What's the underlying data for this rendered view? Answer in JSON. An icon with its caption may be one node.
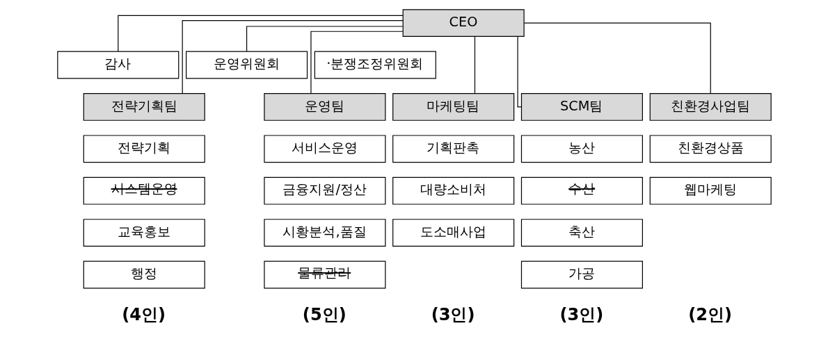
{
  "diagram": {
    "nodes": [
      {
        "text": [
          "CEO"
        ]
      },
      {
        "text": [
          "감사"
        ]
      },
      {
        "text": [
          "운영위원회"
        ]
      },
      {
        "text": [
          "·분쟁조정위원회"
        ]
      },
      {
        "text": [
          "전략기획팀"
        ]
      },
      {
        "text": [
          "운영팀"
        ]
      },
      {
        "text": [
          "마케팅팀"
        ]
      },
      {
        "text": [
          "SCM팀"
        ]
      },
      {
        "text": [
          "친환경사업팀"
        ]
      },
      {
        "text": [
          "전략기획"
        ]
      },
      {
        "text": [
          "시스템운영"
        ]
      },
      {
        "text": [
          "교육홍보"
        ]
      },
      {
        "text": [
          "행정"
        ]
      },
      {
        "text": [
          "서비스운영"
        ]
      },
      {
        "text": [
          "금융지원/정산"
        ]
      },
      {
        "text": [
          "시황분석,품질"
        ]
      },
      {
        "text": [
          "물류관리"
        ]
      },
      {
        "text": [
          "기획판촉"
        ]
      },
      {
        "text": [
          "대량소비처"
        ]
      },
      {
        "text": [
          "도소매사업"
        ]
      },
      {
        "text": [
          "농산"
        ]
      },
      {
        "text": [
          "수산"
        ]
      },
      {
        "text": [
          "축산"
        ]
      },
      {
        "text": [
          "가공"
        ]
      },
      {
        "text": [
          "친환경상품"
        ]
      },
      {
        "text": [
          "웹마케팅"
        ]
      }
    ],
    "edges": [
      {
        "from": 0,
        "to": 1,
        "arrow": "none"
      },
      {
        "from": 0,
        "to": 2,
        "arrow": "none"
      },
      {
        "from": 0,
        "to": 4,
        "arrow": "none"
      },
      {
        "from": 0,
        "to": 5,
        "arrow": "none"
      },
      {
        "from": 0,
        "to": 6,
        "arrow": "none"
      },
      {
        "from": 0,
        "to": 7,
        "arrow": "none"
      },
      {
        "from": 0,
        "to": 8,
        "arrow": "none"
      }
    ],
    "labels": [
      "(4인)",
      "(5인)",
      "(3인)",
      "(3인)",
      "(2인)"
    ]
  }
}
